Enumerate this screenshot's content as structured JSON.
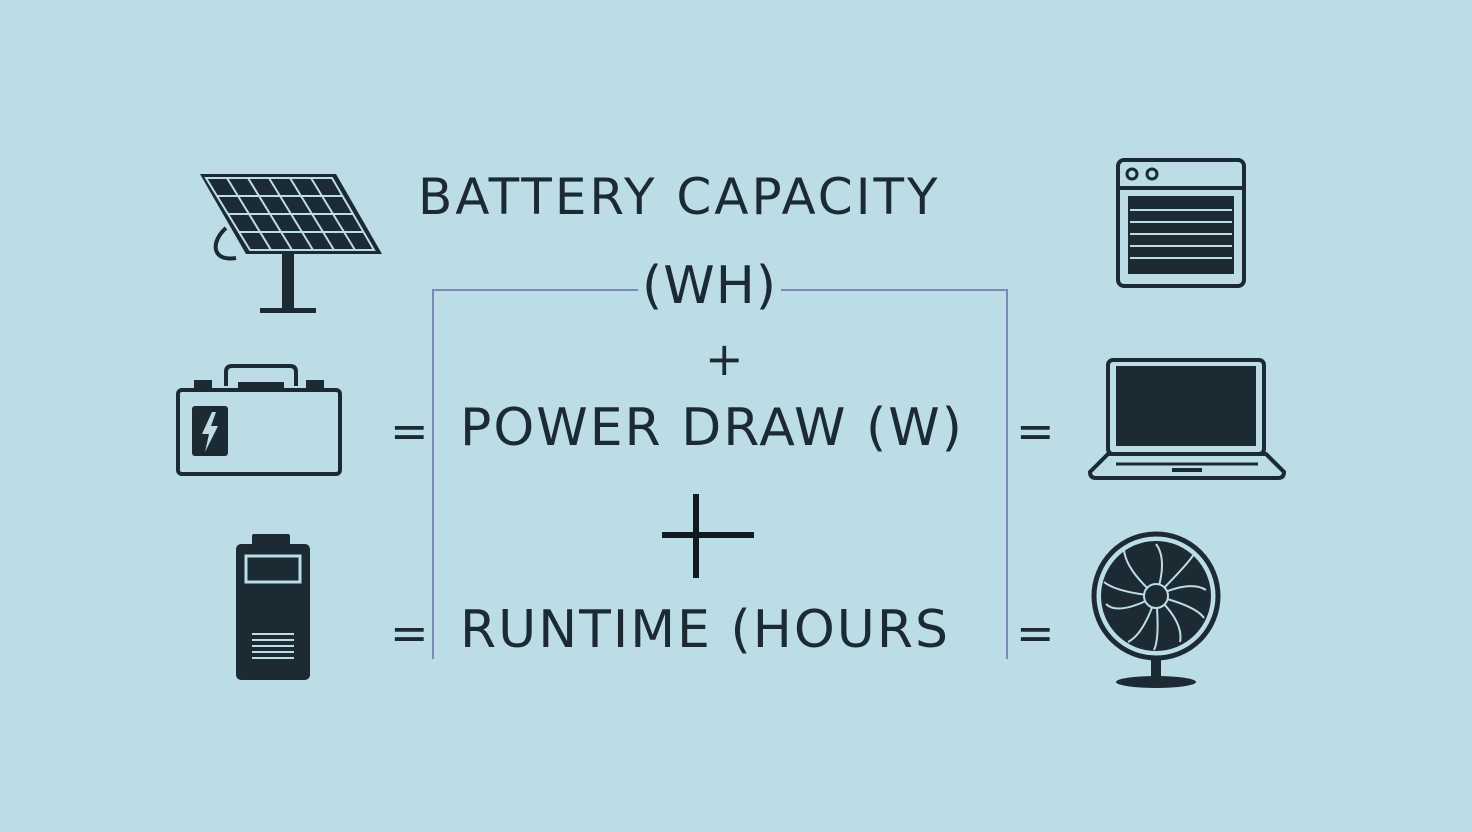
{
  "formula": {
    "title_line1": "BATTERY CAPACITY",
    "title_line2": "(WH)",
    "plus_small": "+",
    "term_power": "POWER DRAW (W)",
    "term_runtime": "RUNTIME (HOURS",
    "equals": "="
  },
  "icons": {
    "left": [
      "solar-panel-icon",
      "car-battery-icon",
      "power-bank-icon"
    ],
    "right": [
      "appliance-window-icon",
      "laptop-icon",
      "fan-icon"
    ]
  },
  "colors": {
    "background": "#bcdde6",
    "ink": "#1b2a33",
    "bracket": "#7d88b8"
  }
}
